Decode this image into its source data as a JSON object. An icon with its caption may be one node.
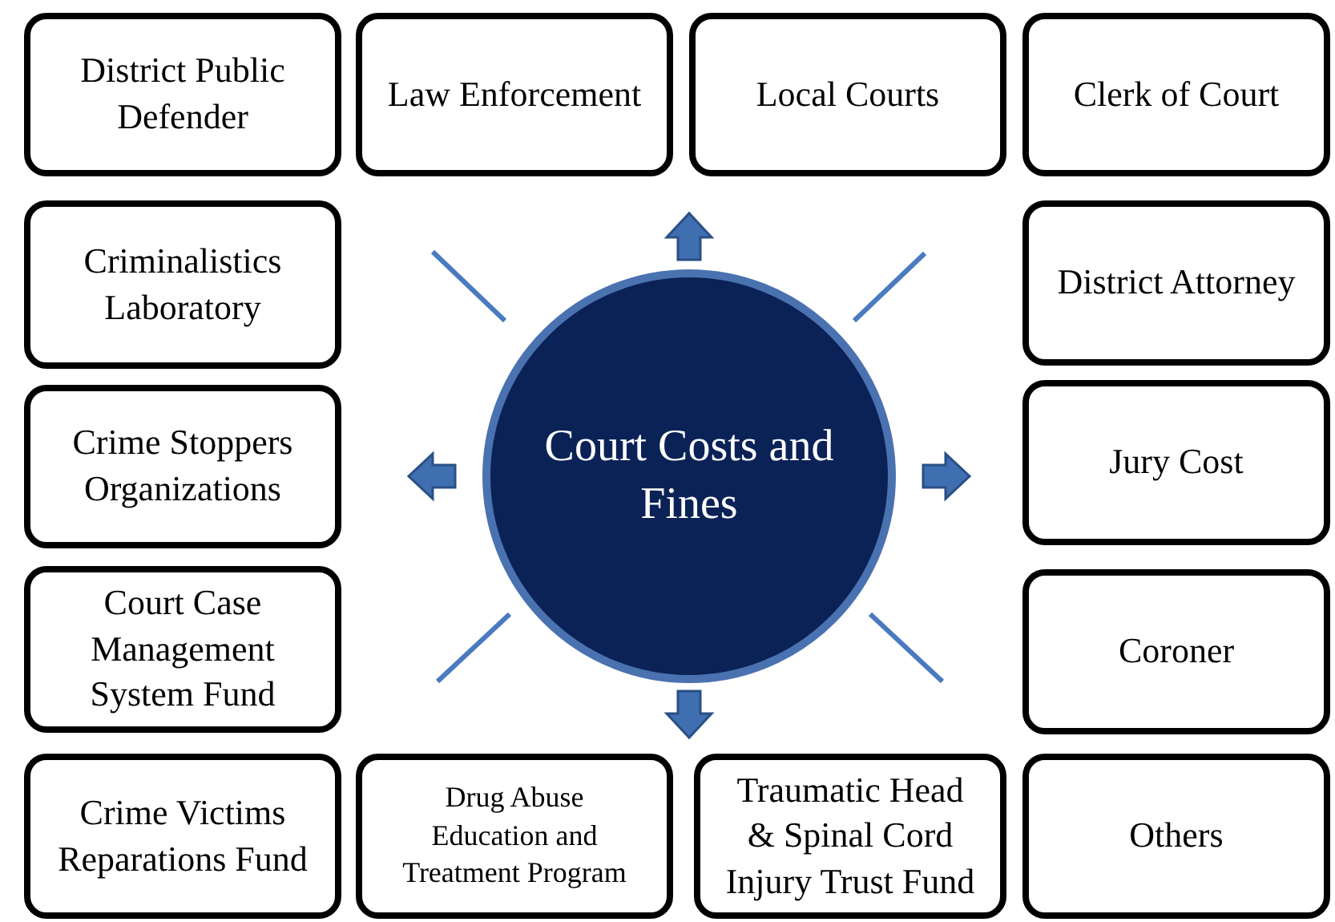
{
  "diagram": {
    "nodes": [
      {
        "text": [
          "District Public Defender"
        ]
      },
      {
        "text": [
          "Law Enforcement"
        ]
      },
      {
        "text": [
          "Local Courts"
        ]
      },
      {
        "text": [
          "Clerk of Court"
        ]
      },
      {
        "text": [
          "Criminalistics Laboratory"
        ]
      },
      {
        "text": [
          "District Attorney"
        ]
      },
      {
        "text": [
          "Crime Stoppers Organizations"
        ]
      },
      {
        "text": [
          "Court Costs and Fines"
        ]
      },
      {
        "text": [
          "Jury Cost"
        ]
      },
      {
        "text": [
          "Court Case Management System Fund"
        ]
      },
      {
        "text": [
          "Coroner"
        ]
      },
      {
        "text": [
          "Crime Victims Reparations Fund"
        ]
      },
      {
        "text": [
          "Drug Abuse Education and Treatment Program"
        ]
      },
      {
        "text": [
          "Traumatic Head & Spinal Cord Injury Trust Fund"
        ]
      },
      {
        "text": [
          "Others"
        ]
      }
    ],
    "edges": [
      {
        "from": 7,
        "to": null,
        "arrow": "to"
      },
      {
        "from": 7,
        "to": null,
        "arrow": "to"
      },
      {
        "from": 7,
        "to": null,
        "arrow": "to"
      },
      {
        "from": 7,
        "to": null,
        "arrow": "to"
      }
    ]
  }
}
